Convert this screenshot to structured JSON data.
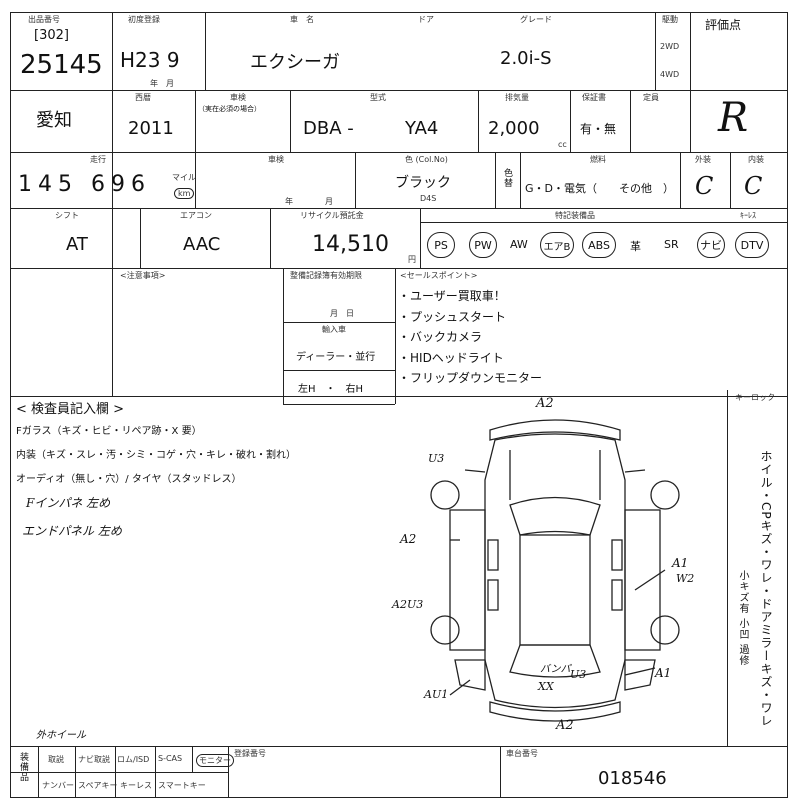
{
  "header": {
    "lot_label": "出品番号",
    "lot_bracket": "[302]",
    "lot_number": "25145",
    "first_reg_label": "初度登録",
    "first_reg": "H23 9",
    "first_reg_sub": "年　月",
    "model_label": "車　名",
    "model": "エクシーガ",
    "door_label": "ドア",
    "grade_label": "グレード",
    "grade": "2.0i-S",
    "drive_label": "駆動",
    "drive_2wd": "2WD",
    "drive_4wd": "4WD",
    "eval_label": "評価点",
    "eval_value": "R"
  },
  "row2": {
    "region": "愛知",
    "year_label": "西暦",
    "year": "2011",
    "inspect_label": "車検",
    "inspect_sub": "（実在必須の場合）",
    "type_label": "型式",
    "type_prefix": "DBA -",
    "type_code": "YA4",
    "displacement_label": "排気量",
    "displacement": "2,000",
    "displacement_unit": "cc",
    "warranty_label": "保証書",
    "warranty": "有・無",
    "capacity_label": "定員"
  },
  "row3": {
    "mileage_label": "走行",
    "mileage": "145 696",
    "mileage_unit": "km",
    "mile_label": "マイル",
    "shaken_label": "車検",
    "shaken_sub": "年　　　　月",
    "color_label": "色 (Col.No)",
    "color": "ブラック",
    "color_code": "D4S",
    "color_change": "色替",
    "fuel_label": "燃料",
    "fuel": "G・D・電気（　　その他　）",
    "exterior_label": "外装",
    "exterior": "C",
    "interior_label": "内装",
    "interior": "C"
  },
  "row4": {
    "shift_label": "シフト",
    "shift": "AT",
    "ac_label": "エアコン",
    "ac": "AAC",
    "recycle_label": "リサイクル預託金",
    "recycle": "14,510",
    "recycle_unit": "円",
    "equipment_label": "特記装備品",
    "equipment": [
      "PS",
      "PW",
      "AW",
      "エアB",
      "ABS",
      "革",
      "SR",
      "ナビ",
      "DTV"
    ],
    "keyless_label": "ｷｰﾚｽ"
  },
  "notes": {
    "caution_label": "<注意事項>",
    "expiry_label": "整備記録簿有効期限",
    "expiry_sub": "月　日",
    "import_label": "輸入車",
    "dealer": "ディーラー・並行",
    "handle": "左H　・　右H",
    "sales_label": "<セールスポイント>",
    "sales_points": [
      "・ユーザー買取車！",
      "・プッシュスタート",
      "・バックカメラ",
      "・HIDヘッドライト",
      "・フリップダウンモニター"
    ]
  },
  "inspector": {
    "title": "< 検査員記入欄 >",
    "line1": "Fガラス（キズ・ヒビ・リペア跡・X 要）",
    "line2": "内装（キズ・スレ・汚・シミ・コゲ・穴・キレ・破れ・割れ）",
    "line3": "オーディオ（無し・穴）/ タイヤ（スタッドレス）",
    "hand1": "Fインパネ 左め",
    "hand2": "エンドパネル 左め",
    "hand3": "外ホイール",
    "right_note": "ホイル・CPキズ・ワレ・ドアミラーキズ・ワレ",
    "right_note2": "小キズ有  小凹  過修"
  },
  "diagram": {
    "a2_top": "A2",
    "u3": "U3",
    "a2_left": "A2",
    "a2u3": "A2U3",
    "a1_right": "A1",
    "w2": "W2",
    "a1_lower": "A1",
    "bumper": "バンパ",
    "xx": "XX",
    "u3_rear": "U3",
    "au1": "AU1",
    "a2_bottom": "A2",
    "keylock": "キーロック"
  },
  "footer": {
    "items_row1": [
      "取説",
      "ナビ取説",
      "ロム/ISD",
      "S-CAS",
      "モニター"
    ],
    "items_row2": [
      "ナンバー",
      "スペアキー",
      "キーレス",
      "スマートキー"
    ],
    "left_label": "装備品",
    "reg_label": "登録番号",
    "chassis_label": "車台番号",
    "chassis": "018546"
  }
}
